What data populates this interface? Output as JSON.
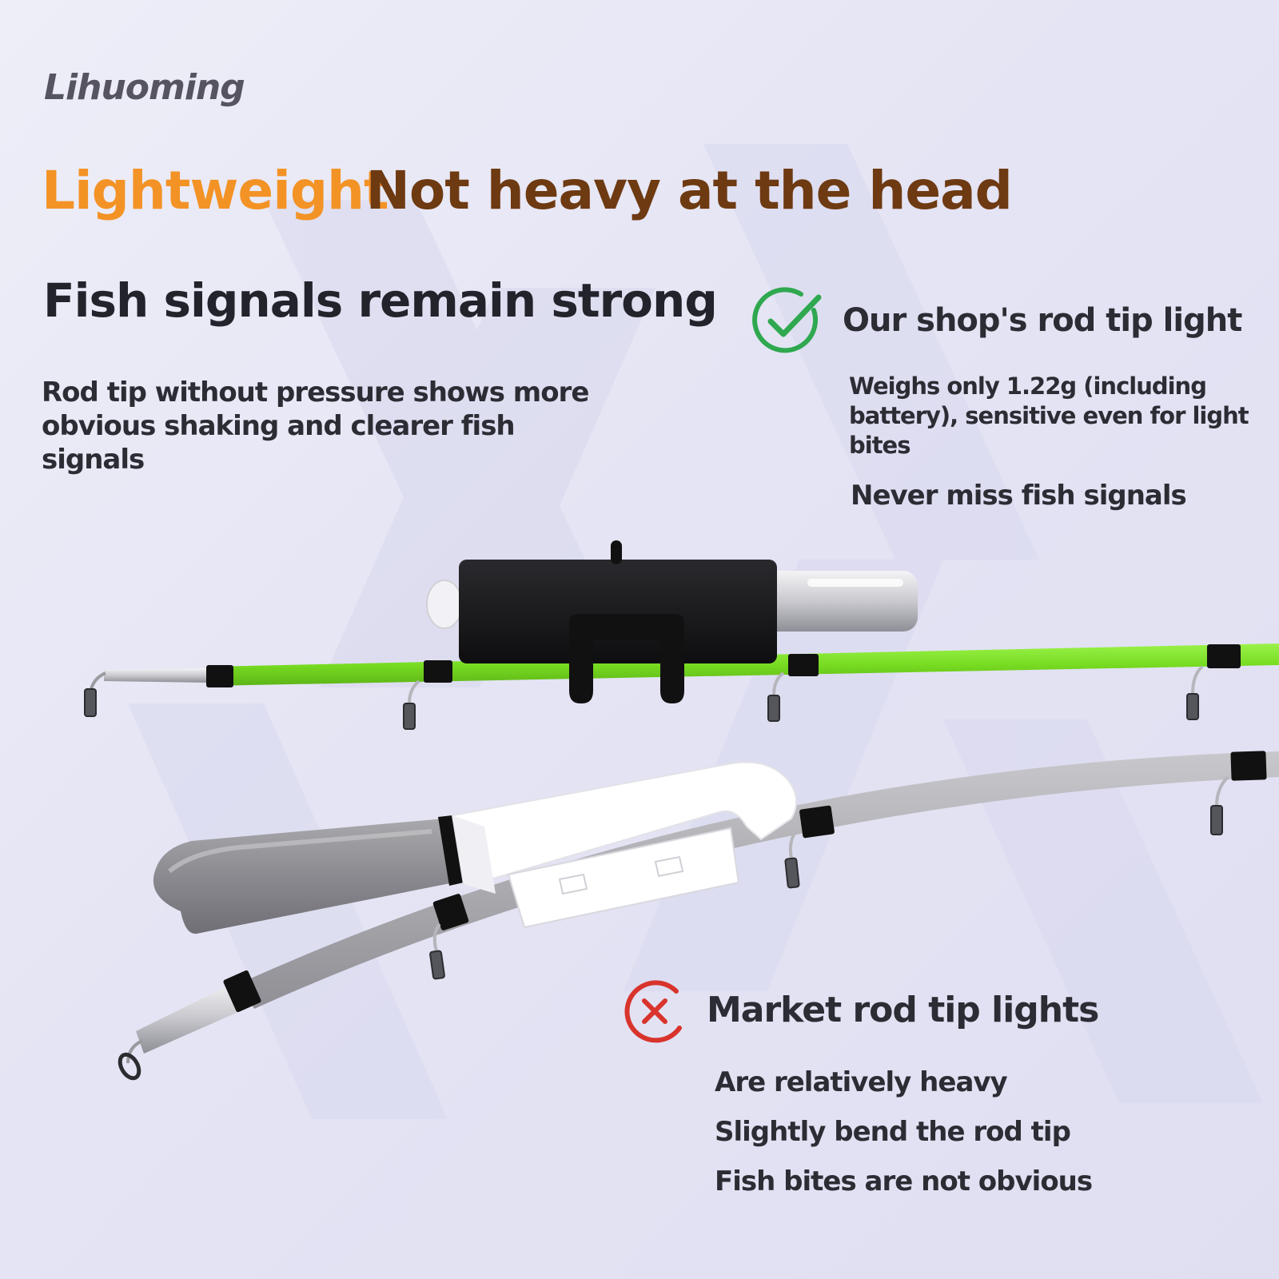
{
  "brand": {
    "logo_text": "Lihuoming"
  },
  "headline": {
    "part1": "Lightweight",
    "part2": "Not heavy at the head"
  },
  "subhead": "Fish signals remain strong",
  "description": "Rod tip without pressure shows more obvious shaking and clearer fish signals",
  "ours": {
    "title": "Our shop's rod tip light",
    "description": "Weighs only 1.22g (including battery), sensitive even for light bites",
    "extra": "Never miss fish signals",
    "icon": "check-circle-icon",
    "color": "#2fa84f"
  },
  "market": {
    "title": "Market rod tip lights",
    "items": [
      "Are relatively heavy",
      "Slightly bend the rod tip",
      "Fish bites are not obvious"
    ],
    "icon": "x-circle-icon",
    "color": "#d8342c"
  },
  "colors": {
    "headline_accent": "#f39326",
    "headline_dark": "#6e3a12",
    "rod_green": "#7fe02a",
    "rod_grey": "#a8a8ac"
  }
}
